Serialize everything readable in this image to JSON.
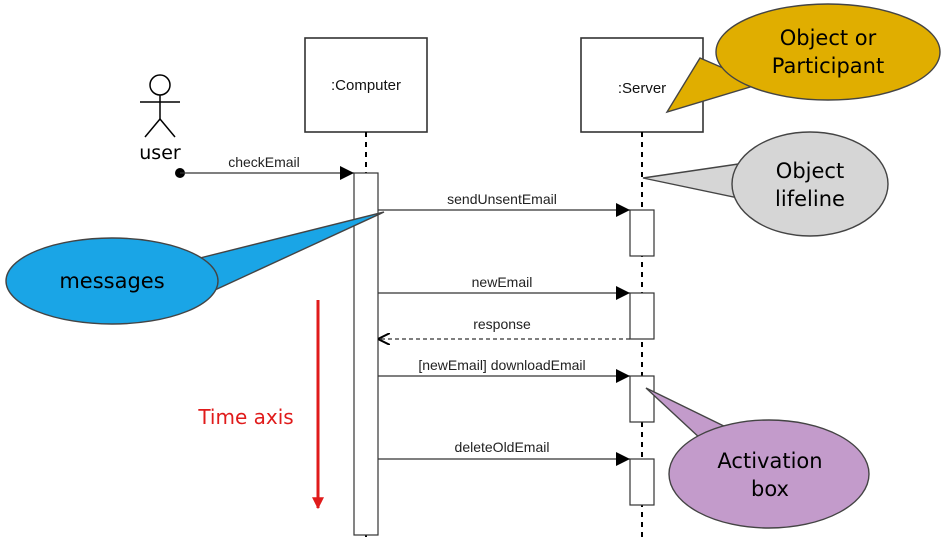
{
  "actor": {
    "name": "user"
  },
  "objects": {
    "computer": ":Computer",
    "server": ":Server"
  },
  "messages": {
    "check_email": "checkEmail",
    "send_unsent_email": "sendUnsentEmail",
    "new_email": "newEmail",
    "response": "response",
    "download_email": "[newEmail] downloadEmail",
    "delete_old_email": "deleteOldEmail"
  },
  "callouts": {
    "object_participant": {
      "line1": "Object or",
      "line2": "Participant",
      "color": "#e0ae00"
    },
    "object_lifeline": {
      "line1": "Object",
      "line2": "lifeline",
      "color": "#d6d6d6"
    },
    "messages": {
      "text": "messages",
      "color": "#1aa5e6"
    },
    "activation_box": {
      "line1": "Activation",
      "line2": "box",
      "color": "#c39bcb"
    }
  },
  "time_axis": {
    "label": "Time axis",
    "color": "#e01b1b"
  }
}
